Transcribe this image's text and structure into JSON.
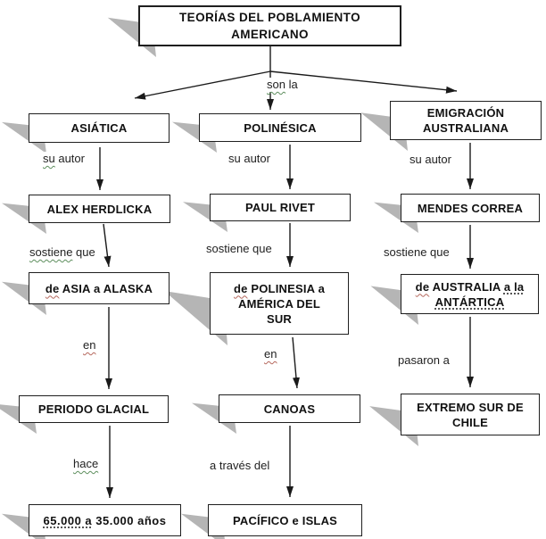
{
  "title": "TEORÍAS DEL POBLAMIENTO\nAMERICANO",
  "root_label": {
    "w": "son",
    "rest": " la"
  },
  "col1": {
    "theory": "ASIÁTICA",
    "author_label": {
      "w": "su",
      "rest": " autor"
    },
    "author": "ALEX HERDLICKA",
    "claim_label": {
      "w": "sostiene",
      "rest": " que"
    },
    "route": {
      "de": "de",
      "rest": " ASIA a ALASKA"
    },
    "when_label": "en",
    "period": "PERIODO GLACIAL",
    "ago_label": "hace",
    "age": {
      "d": "65.000 a",
      "rest": " 35.000 años"
    }
  },
  "col2": {
    "theory": "POLINÉSICA",
    "author_label": "su autor",
    "author": "PAUL RIVET",
    "claim_label": "sostiene que",
    "route": {
      "de": "de",
      "rest": " POLINESIA a\nAMÉRICA DEL\nSUR"
    },
    "when_label": "en",
    "vehicle": "CANOAS",
    "via_label": "a través del",
    "destination": "PACÍFICO e ISLAS"
  },
  "col3": {
    "theory": "EMIGRACIÓN\nAUSTRALIANA",
    "author_label": "su autor",
    "author": "MENDES CORREA",
    "claim_label": "sostiene que",
    "route": {
      "de": "de",
      "mid": " AUSTRALIA ",
      "ala": "a la",
      "line2": "ANTÁRTICA"
    },
    "via_label": "pasaron a",
    "destination": "EXTREMO SUR DE\nCHILE"
  },
  "colors": {
    "line": "#1a1a1a",
    "shadow": "#b5b5b5",
    "spell_green": "#5f8f5f",
    "spell_red": "#b5675c",
    "dotted": "#565656"
  }
}
